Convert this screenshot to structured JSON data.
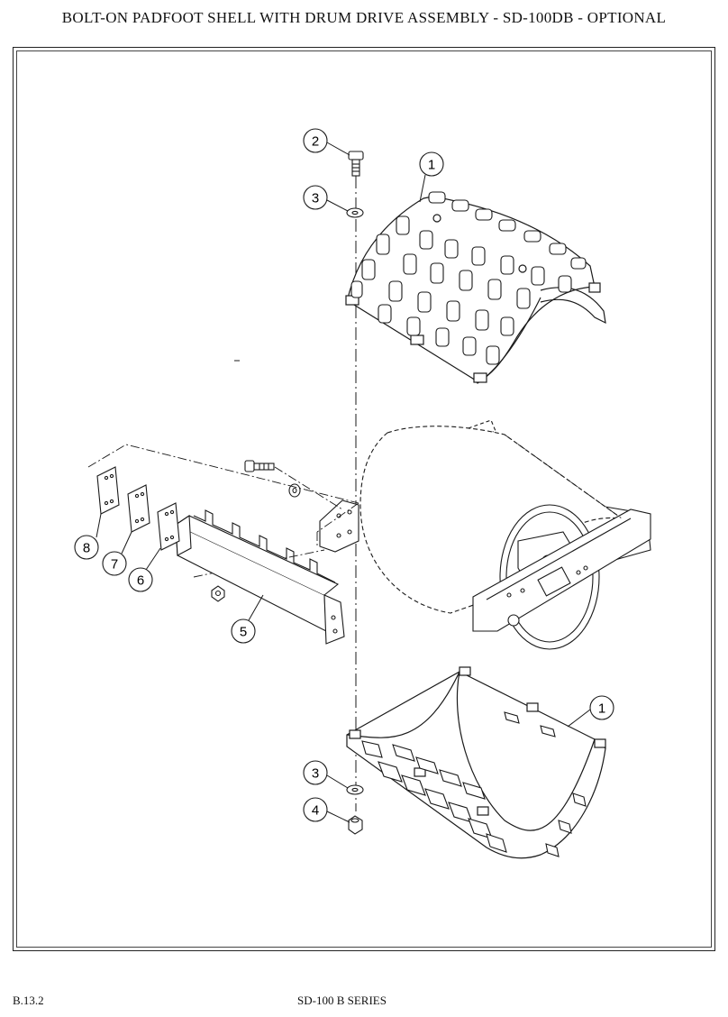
{
  "page": {
    "title": "BOLT-ON  PADFOOT  SHELL WITH DRUM DRIVE ASSEMBLY  -  SD-100DB  - OPTIONAL",
    "footer_code": "B.13.2",
    "footer_series": "SD-100 B SERIES"
  },
  "callouts": {
    "shell_top": "1",
    "bolt": "2",
    "washer_top": "3",
    "bar": "5",
    "shim_6": "6",
    "shim_7": "7",
    "shim_8": "8",
    "shell_bottom": "1",
    "washer_bottom": "3",
    "nut": "4"
  },
  "colors": {
    "line": "#1a1a1a",
    "paper": "#ffffff"
  }
}
